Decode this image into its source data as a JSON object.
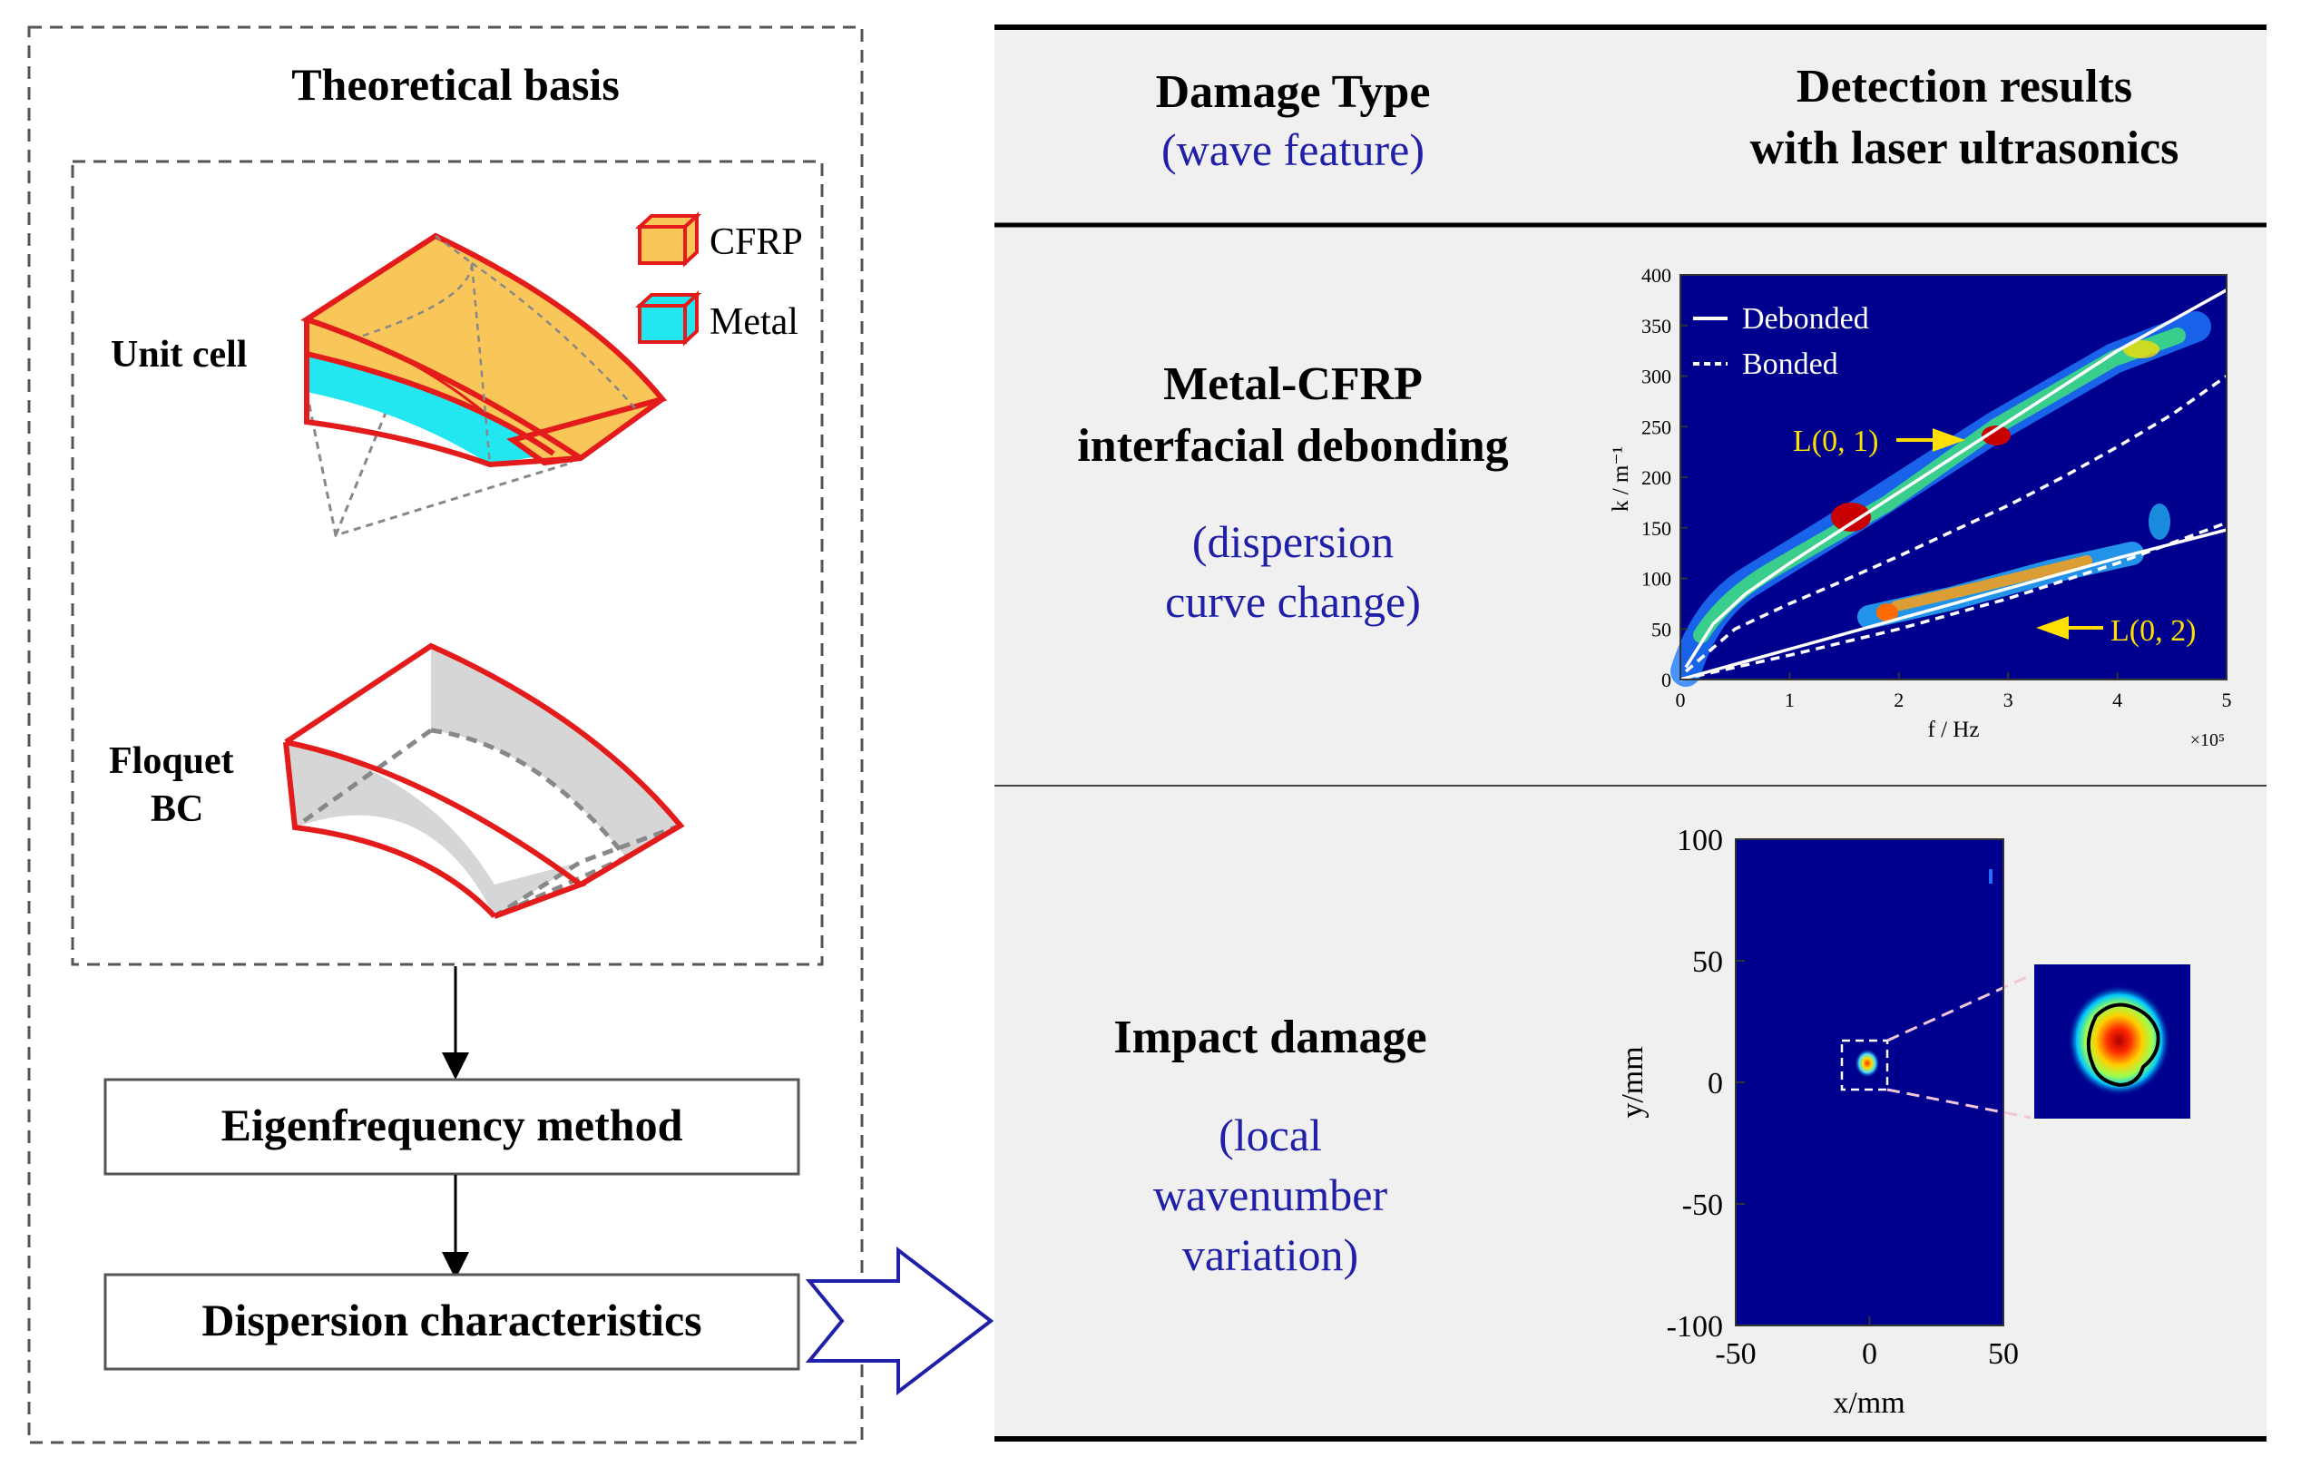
{
  "left_panel": {
    "title": "Theoretical basis",
    "unit_cell_label": "Unit cell",
    "legend": {
      "cfrp": "CFRP",
      "metal": "Metal",
      "cfrp_color": "#F9C659",
      "metal_color": "#22E7F0",
      "edge_color": "#E31B1B"
    },
    "floquet_label_line1": "Floquet",
    "floquet_label_line2": "BC",
    "step1": "Eigenfrequency method",
    "step2": "Dispersion characteristics"
  },
  "table": {
    "header_col1_title": "Damage Type",
    "header_col1_sub": "(wave feature)",
    "header_col2_line1": "Detection results",
    "header_col2_line2": "with laser ultrasonics",
    "row1_title_line1": "Metal-CFRP",
    "row1_title_line2": "interfacial debonding",
    "row1_sub_line1": "(dispersion",
    "row1_sub_line2": "curve change)",
    "row2_title": "Impact damage",
    "row2_sub_line1": "(local",
    "row2_sub_line2": "wavenumber",
    "row2_sub_line3": "variation)",
    "accent_text_color": "#1F1FA8",
    "panel_bg": "#F0F0F0"
  },
  "chart_data": [
    {
      "type": "heatmap",
      "title": "",
      "xlabel": "f / Hz",
      "ylabel": "k / m⁻¹",
      "x_multiplier": "×10⁵",
      "xlim": [
        0,
        5
      ],
      "ylim": [
        0,
        400
      ],
      "x_ticks": [
        "0",
        "1",
        "2",
        "3",
        "4",
        "5"
      ],
      "y_ticks": [
        "0",
        "50",
        "100",
        "150",
        "200",
        "250",
        "300",
        "350",
        "400"
      ],
      "legend": [
        {
          "name": "Debonded",
          "style": "solid"
        },
        {
          "name": "Bonded",
          "style": "dashed"
        }
      ],
      "series": [
        {
          "name": "Debonded L(0,1)",
          "x": [
            0.05,
            0.3,
            0.6,
            1.0,
            1.5,
            2.0,
            2.5,
            3.0,
            3.5,
            4.0,
            4.5,
            5.0
          ],
          "y": [
            12,
            55,
            85,
            115,
            150,
            185,
            220,
            255,
            290,
            325,
            355,
            385
          ]
        },
        {
          "name": "Bonded L(0,1)",
          "x": [
            0.05,
            0.5,
            1.0,
            1.5,
            2.0,
            2.5,
            3.0,
            3.5,
            4.0,
            4.5,
            5.0
          ],
          "y": [
            8,
            50,
            75,
            98,
            122,
            147,
            172,
            200,
            230,
            262,
            300
          ]
        },
        {
          "name": "Debonded L(0,2)",
          "x": [
            0,
            1,
            2,
            3,
            4,
            5
          ],
          "y": [
            0,
            30,
            60,
            90,
            120,
            148
          ]
        },
        {
          "name": "Bonded L(0,2)",
          "x": [
            0,
            1,
            2,
            3,
            4,
            5
          ],
          "y": [
            0,
            24,
            50,
            80,
            115,
            155
          ]
        }
      ],
      "annotations": [
        {
          "text": "L(0, 1)",
          "x": 2.5,
          "y": 240
        },
        {
          "text": "L(0, 2)",
          "x": 3.3,
          "y": 55
        }
      ]
    },
    {
      "type": "heatmap",
      "title": "",
      "xlabel": "x/mm",
      "ylabel": "y/mm",
      "xlim": [
        -50,
        50
      ],
      "ylim": [
        -100,
        100
      ],
      "x_ticks": [
        "-50",
        "0",
        "50"
      ],
      "y_ticks": [
        "-100",
        "-50",
        "0",
        "50",
        "100"
      ],
      "damage_center": {
        "x": 0,
        "y": 8
      }
    }
  ]
}
